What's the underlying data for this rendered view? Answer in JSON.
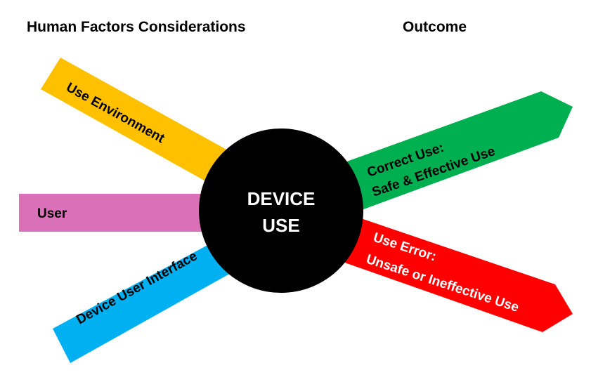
{
  "headers": {
    "left": "Human Factors Considerations",
    "right": "Outcome"
  },
  "center": {
    "line1": "DEVICE",
    "line2": "USE",
    "color": "#000000"
  },
  "inputs": [
    {
      "label": "Use Environment",
      "color": "#FFC000"
    },
    {
      "label": "User",
      "color": "#DA70B8"
    },
    {
      "label": "Device User Interface",
      "color": "#00B0F0"
    }
  ],
  "outcomes": [
    {
      "line1": "Correct Use:",
      "line2": "Safe & Effective Use",
      "color": "#00B050"
    },
    {
      "line1": "Use Error:",
      "line2": "Unsafe or Ineffective Use",
      "color": "#FF0000"
    }
  ]
}
